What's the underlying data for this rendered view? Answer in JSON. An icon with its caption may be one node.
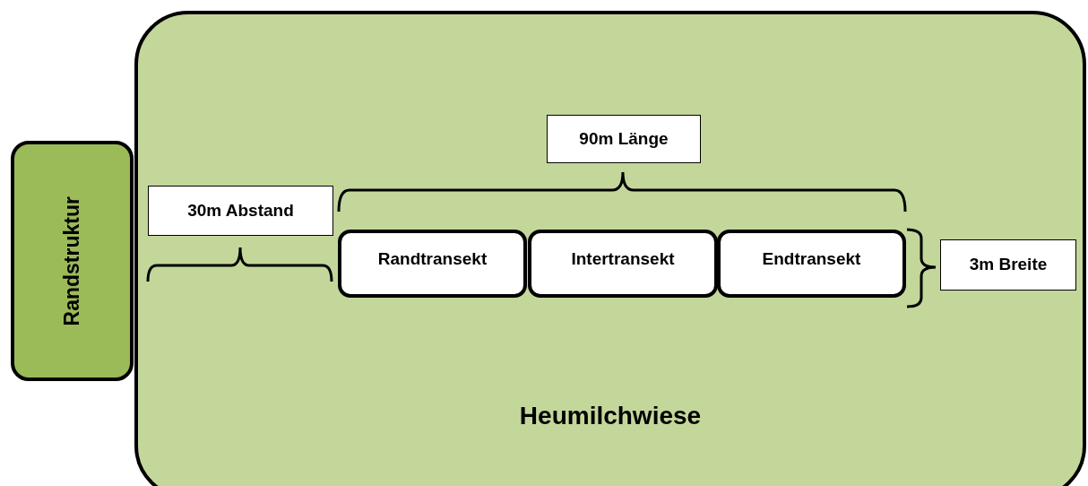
{
  "diagram": {
    "nodes": [
      {
        "text": [
          "Heumilchwiese"
        ]
      },
      {
        "text": [
          "Randstruktur"
        ]
      },
      {
        "text": [
          "90m Länge"
        ],
        "in": 0
      },
      {
        "text": [
          "30m Abstand"
        ],
        "in": 0
      },
      {
        "text": [
          "Randtransekt"
        ],
        "in": 0
      },
      {
        "text": [
          "Intertransekt"
        ],
        "in": 0
      },
      {
        "text": [
          "Endtransekt"
        ],
        "in": 0
      },
      {
        "text": [
          "3m Breite"
        ],
        "in": 0
      }
    ]
  }
}
